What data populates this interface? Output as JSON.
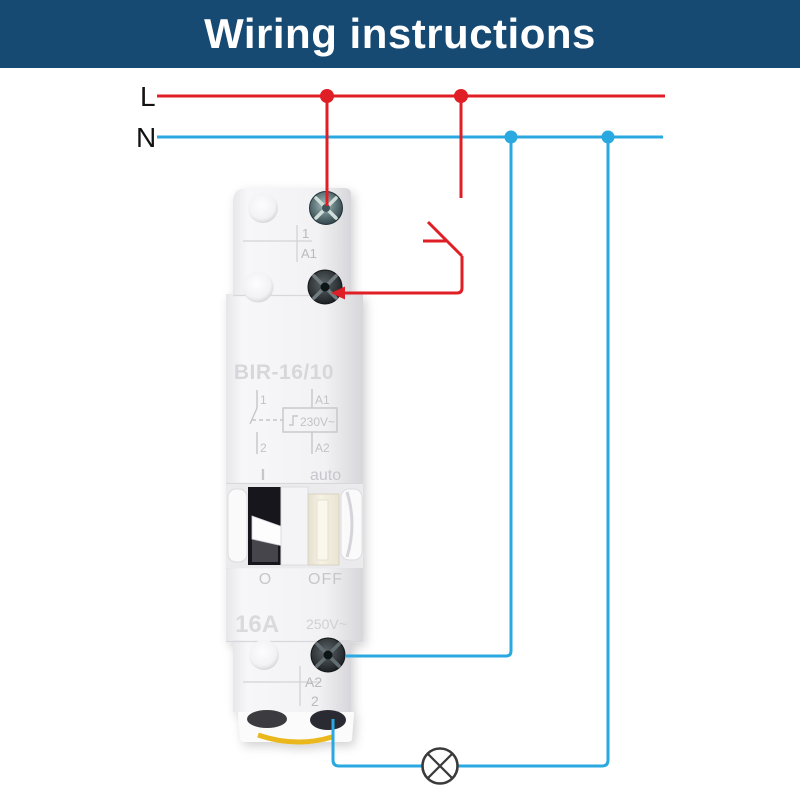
{
  "header": {
    "title": "Wiring instructions",
    "bg_color": "#164a72",
    "text_color": "#ffffff"
  },
  "bus": {
    "live_label": "L",
    "neutral_label": "N",
    "live_color": "#e01e25",
    "neutral_color": "#2aa9e0"
  },
  "device": {
    "model": "BIR-16/10",
    "top_terminal": {
      "contact": "1",
      "coil": "A1"
    },
    "schematic": {
      "t1": "1",
      "ta1": "A1",
      "coil_text": "230V~",
      "t2": "2",
      "ta2": "A2"
    },
    "selector": {
      "on": "I",
      "auto": "auto",
      "manual_off": "O",
      "off": "OFF"
    },
    "rating": {
      "current": "16A",
      "voltage": "250V~"
    },
    "bottom_terminal": {
      "coil": "A2",
      "contact": "2"
    }
  },
  "symbols": {
    "pushbutton": "pushbutton-switch",
    "lamp": "lamp"
  }
}
